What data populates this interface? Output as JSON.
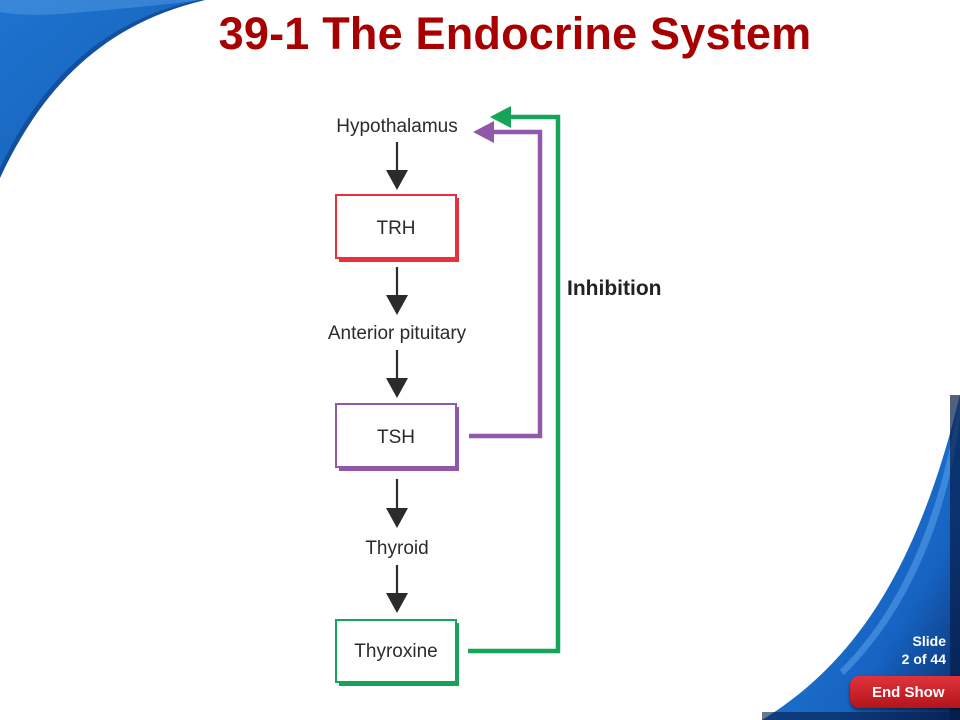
{
  "slide": {
    "title": "39-1 The Endocrine System",
    "slide_label": "Slide",
    "slide_position": "2 of 44",
    "end_show_label": "End Show"
  },
  "diagram": {
    "nodes": [
      {
        "id": "hypothalamus",
        "label": "Hypothalamus",
        "boxed": false
      },
      {
        "id": "trh",
        "label": "TRH",
        "boxed": true,
        "color": "#e8313a"
      },
      {
        "id": "anterior-pituitary",
        "label": "Anterior pituitary",
        "boxed": false
      },
      {
        "id": "tsh",
        "label": "TSH",
        "boxed": true,
        "color": "#9157a8"
      },
      {
        "id": "thyroid",
        "label": "Thyroid",
        "boxed": false
      },
      {
        "id": "thyroxine",
        "label": "Thyroxine",
        "boxed": true,
        "color": "#16a35a"
      }
    ],
    "feedback": {
      "label": "Inhibition",
      "loops": [
        {
          "from": "tsh",
          "to": "hypothalamus",
          "color": "#9157a8"
        },
        {
          "from": "thyroxine",
          "to": "hypothalamus",
          "color": "#16a35a"
        }
      ]
    },
    "arrow_color": "#2b2b2b"
  },
  "theme": {
    "title_color": "#a80000",
    "swoosh_blue": "#1a73c9",
    "button_red": "#c8202a"
  }
}
